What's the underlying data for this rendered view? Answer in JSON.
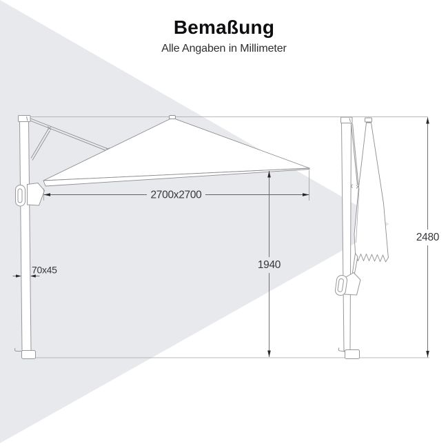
{
  "header": {
    "title": "Bemaßung",
    "subtitle": "Alle Angaben in Millimeter"
  },
  "dimensions": {
    "canopy_size": "2700x2700",
    "clearance_height": "1940",
    "total_height": "2480",
    "mast_profile": "70x45"
  },
  "colors": {
    "watermark": "#e8e9ed",
    "structure_line": "#97979b",
    "dimension_line": "#5f5f64",
    "dimension_text": "#37373b",
    "arrow": "#27272b"
  }
}
